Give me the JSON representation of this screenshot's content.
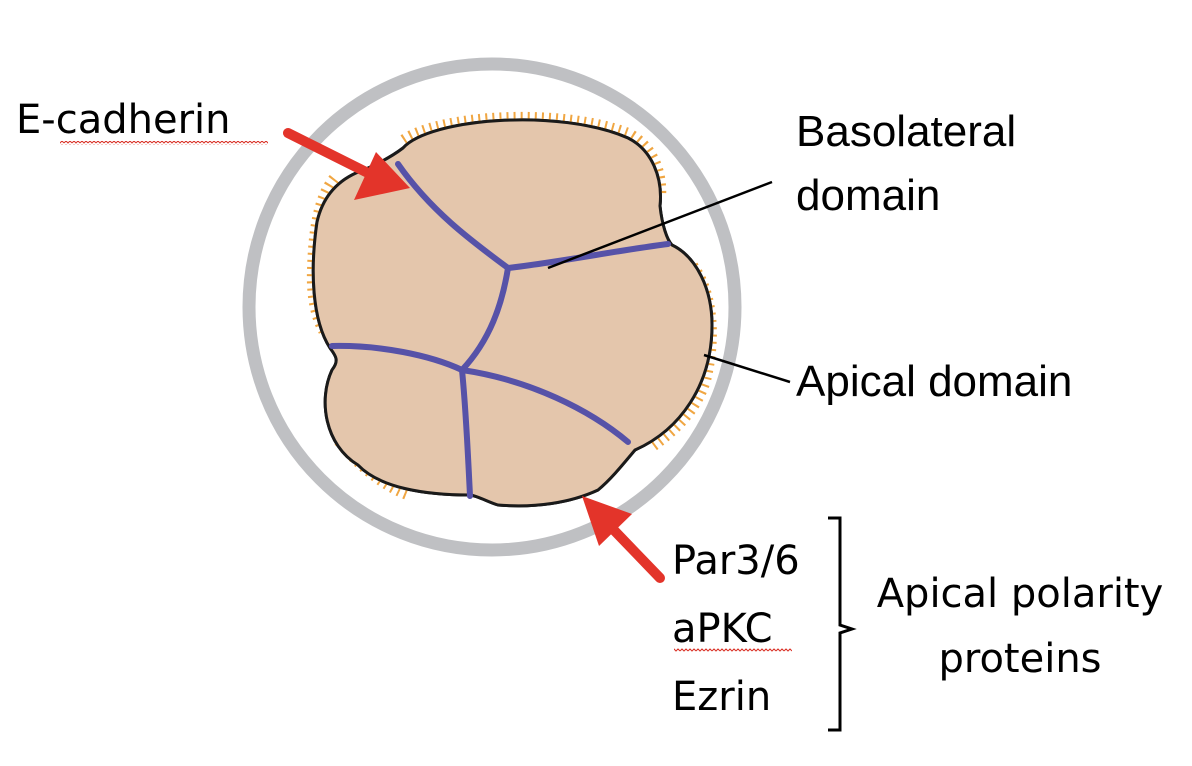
{
  "labels": {
    "e_cadherin": "E-cadherin",
    "basolateral_line1": "Basolateral",
    "basolateral_line2": "domain",
    "apical_domain": "Apical domain",
    "protein_par": "Par3/6",
    "protein_apkc": "aPKC",
    "protein_ezrin": "Ezrin",
    "group_line1": "Apical polarity",
    "group_line2": "proteins"
  },
  "colors": {
    "cell_fill": "#e4c6ac",
    "cell_outline": "#1a1a1a",
    "junction": "#5652a8",
    "apical_fringe": "#f0a642",
    "capsule": "#bfc0c3",
    "arrow": "#e3342a",
    "spellcheck_underline": "#d93025"
  }
}
